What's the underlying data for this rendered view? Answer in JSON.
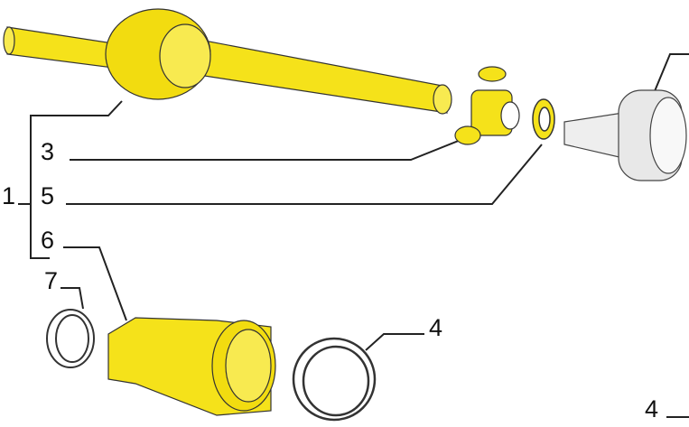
{
  "diagram": {
    "labels": {
      "l1": "1",
      "l3": "3",
      "l5": "5",
      "l6": "6",
      "l7": "7",
      "l4a": "4",
      "l4b": "4"
    },
    "colors": {
      "highlight": "#f5e21a",
      "line": "#222222",
      "part_gray": "#e8e8e8"
    }
  }
}
